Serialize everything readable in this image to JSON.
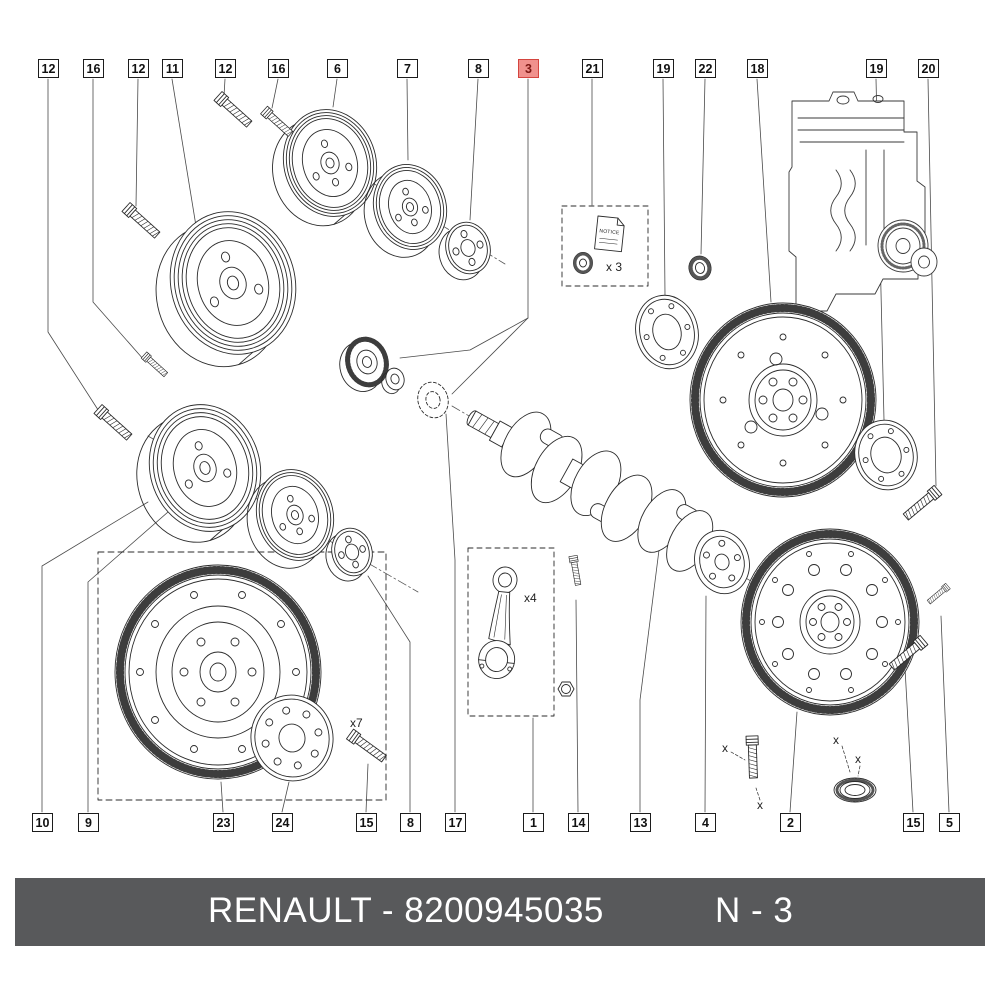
{
  "callouts_top": [
    {
      "label": "12"
    },
    {
      "label": "16"
    },
    {
      "label": "12"
    },
    {
      "label": "11"
    },
    {
      "label": "12"
    },
    {
      "label": "16"
    },
    {
      "label": "6"
    },
    {
      "label": "7"
    },
    {
      "label": "8"
    },
    {
      "label": "3",
      "highlighted": true
    },
    {
      "label": "21"
    },
    {
      "label": "19"
    },
    {
      "label": "22"
    },
    {
      "label": "18"
    },
    {
      "label": "19"
    },
    {
      "label": "20"
    }
  ],
  "callouts_bottom": [
    {
      "label": "10"
    },
    {
      "label": "9"
    },
    {
      "label": "23"
    },
    {
      "label": "24"
    },
    {
      "label": "15"
    },
    {
      "label": "8"
    },
    {
      "label": "17"
    },
    {
      "label": "1"
    },
    {
      "label": "14"
    },
    {
      "label": "13"
    },
    {
      "label": "4"
    },
    {
      "label": "2"
    },
    {
      "label": "15"
    },
    {
      "label": "5"
    }
  ],
  "annotations": {
    "qty_x7": "x7",
    "qty_x4": "x4",
    "qty_x3": "x 3",
    "notice_label": "NOTICE",
    "dim_x": "x"
  },
  "footer": {
    "left_text": "RENAULT - 8200945035",
    "right_text": "N - 3"
  },
  "colors": {
    "highlight_bg": "#f0918d",
    "highlight_border": "#d4453f",
    "footer_bg": "#58595b",
    "line": "#2b2b2b"
  }
}
